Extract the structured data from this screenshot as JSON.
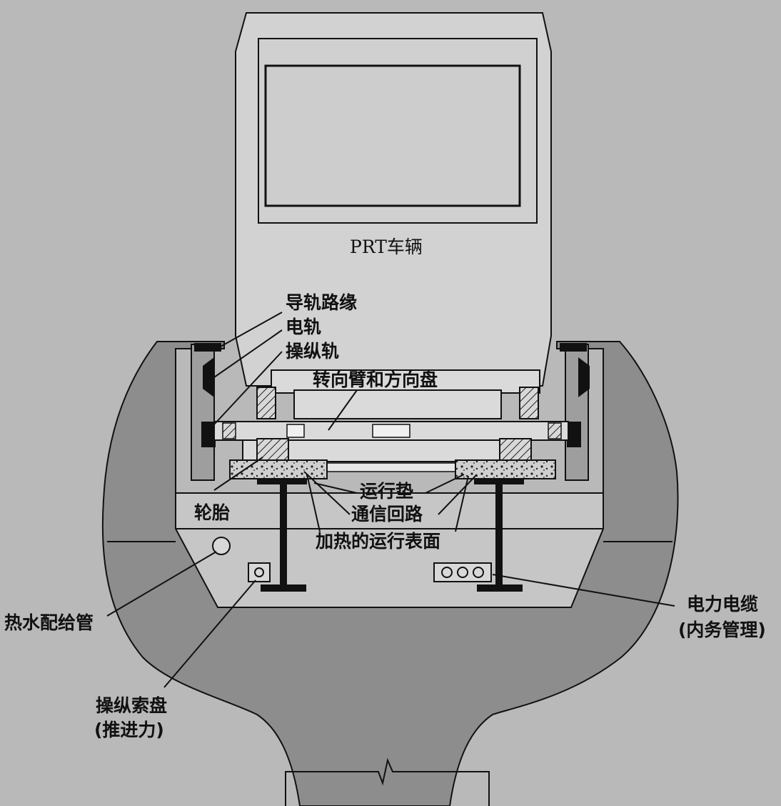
{
  "labels": {
    "vehicle": "PRT车辆",
    "guideway_edge": "导轨路缘",
    "power_rail": "电轨",
    "steering_rail": "操纵轨",
    "steering_arm": "转向臂和方向盘",
    "running_pad": "运行垫",
    "comm_loop": "通信回路",
    "heated_surface": "加热的运行表面",
    "tire": "轮胎",
    "hot_water_pipe": "热水配给管",
    "cable_tray_line1": "操纵索盘",
    "cable_tray_line2": "(推进力)",
    "power_cable_line1": "电力电缆",
    "power_cable_line2": "(内务管理)"
  },
  "colors": {
    "background": "#b9b9b9",
    "structure_fill": "#8d8d8d",
    "vehicle_fill": "#d2d2d2",
    "line": "#111111"
  }
}
